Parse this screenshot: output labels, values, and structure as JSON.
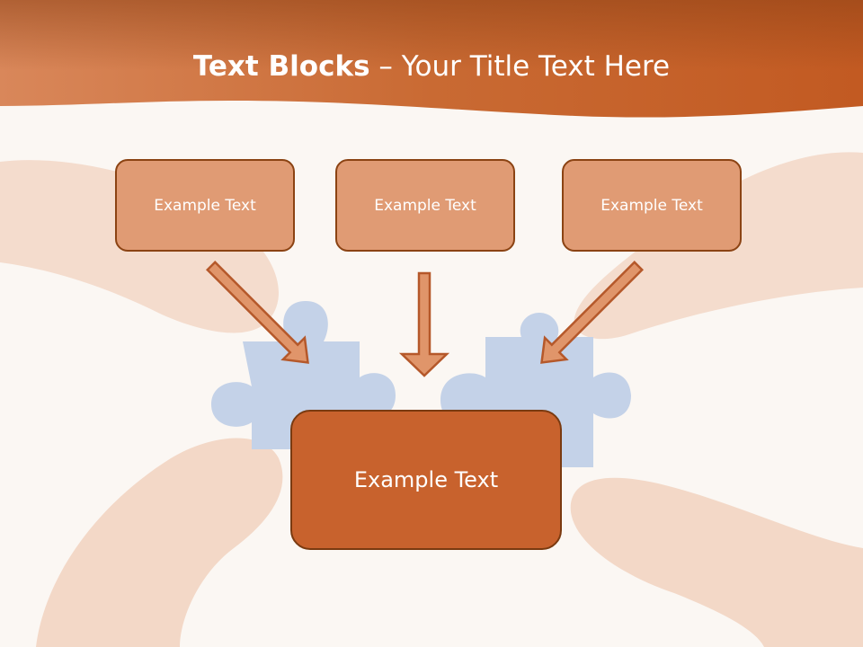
{
  "title": {
    "bold": "Text Blocks",
    "separator": " – ",
    "rest": "Your Title Text Here"
  },
  "blocks": {
    "top_left": "Example Text",
    "top_center": "Example Text",
    "top_right": "Example Text",
    "bottom": "Example Text"
  },
  "colors": {
    "header": "#c8622d",
    "box_fill": "#e09b74",
    "box_border": "#8b4313",
    "main_box_fill": "#c8622d",
    "arrow_fill": "#e0956a",
    "arrow_stroke": "#b5582a",
    "background": "#fbf7f3"
  },
  "icons": {
    "background_image": "hands-with-puzzle-pieces",
    "arrow": "down-arrow-icon"
  }
}
